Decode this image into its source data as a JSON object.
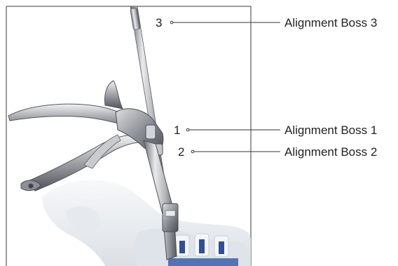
{
  "callouts": [
    {
      "number": "3",
      "label": "Alignment Boss 3"
    },
    {
      "number": "1",
      "label": "Alignment Boss 1"
    },
    {
      "number": "2",
      "label": "Alignment Boss 2"
    }
  ],
  "colors": {
    "frame": "#3a3a3a",
    "leader": "#333333",
    "text": "#222222",
    "metal_light": "#e8e8ea",
    "metal_mid": "#a9abb0",
    "metal_dark": "#5c5f66",
    "bone": "#eef1f4",
    "implant_blue": "#2f4f9c"
  }
}
